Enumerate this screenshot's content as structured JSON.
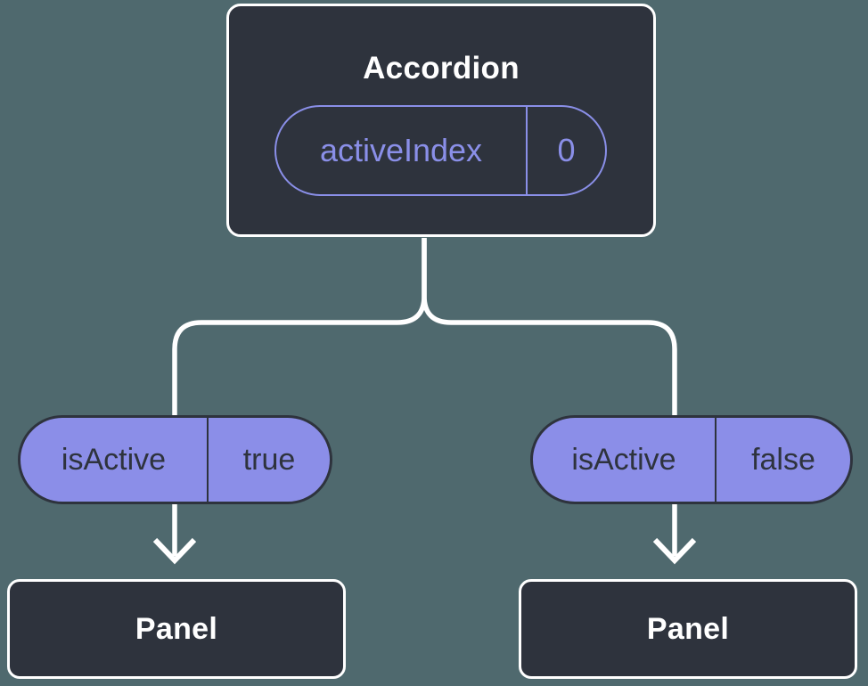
{
  "colors": {
    "background": "#4f696e",
    "node_background": "#2e333d",
    "node_border": "#ffffff",
    "connector": "#ffffff",
    "accent_purple": "#8a8fe8",
    "prop_pill_fill": "#8b8ee8",
    "prop_pill_border": "#2e333d"
  },
  "diagram": {
    "type": "component-tree",
    "root": {
      "title": "Accordion",
      "state": {
        "name": "activeIndex",
        "value": "0"
      }
    },
    "children": [
      {
        "prop": {
          "name": "isActive",
          "value": "true"
        },
        "title": "Panel"
      },
      {
        "prop": {
          "name": "isActive",
          "value": "false"
        },
        "title": "Panel"
      }
    ]
  }
}
